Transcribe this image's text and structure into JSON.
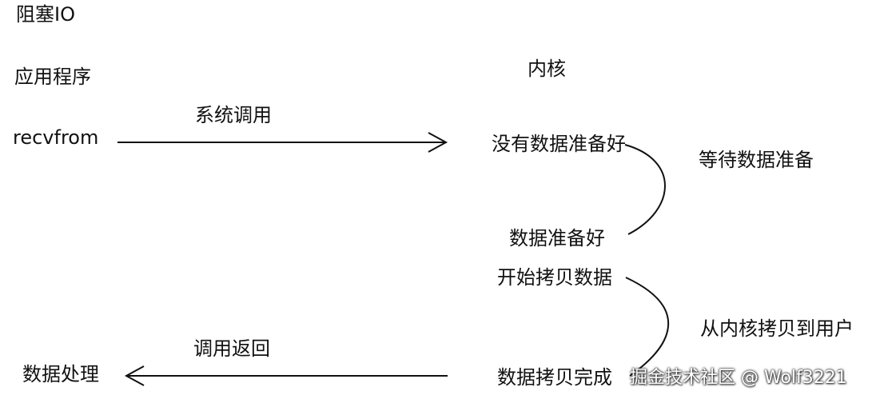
{
  "title": "阻塞IO",
  "columns": {
    "application": "应用程序",
    "kernel": "内核"
  },
  "steps": {
    "recvfrom": "recvfrom",
    "syscall": "系统调用",
    "no_data_ready": "没有数据准备好",
    "wait_for_data": "等待数据准备",
    "data_ready": "数据准备好",
    "start_copy": "开始拷贝数据",
    "copy_to_user": "从内核拷贝到用户",
    "copy_complete": "数据拷贝完成",
    "call_return": "调用返回",
    "process_data": "数据处理"
  },
  "watermark": "掘金技术社区 @ Wolf3221",
  "colors": {
    "line": "#111111",
    "text": "#111111"
  }
}
